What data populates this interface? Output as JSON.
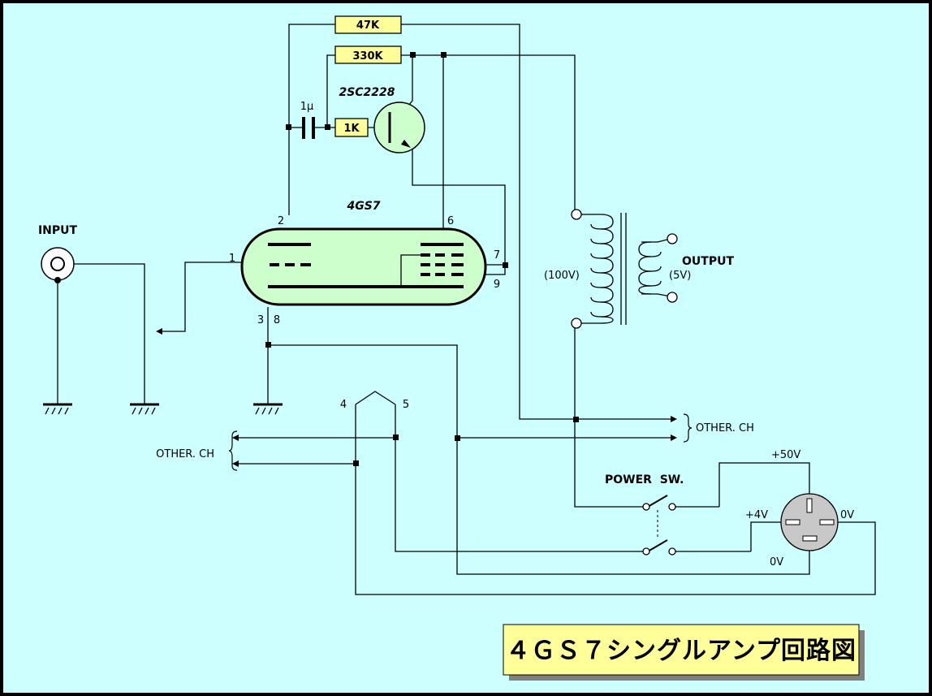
{
  "resistors": {
    "r1": "47K",
    "r2": "330K",
    "r3": "1K"
  },
  "capacitor": "1μ",
  "transistor": "2SC2228",
  "tube": "4GS7",
  "pins": {
    "p1": "1",
    "p2": "2",
    "p6": "6",
    "p7": "7",
    "p9": "9",
    "p3": "3",
    "p8": "8",
    "p4": "4",
    "p5": "5"
  },
  "labels": {
    "input": "INPUT",
    "output": "OUTPUT",
    "primary": "(100V)",
    "secondary": "(5V)",
    "other_ch_right": "OTHER. CH",
    "other_ch_left": "OTHER. CH",
    "power_sw": "POWER  SW.",
    "v50": "+50V",
    "v4": "+4V",
    "v0_right": "0V",
    "v0_bottom": "0V"
  },
  "title": "４ＧＳ７シングルアンプ回路図",
  "colors": {
    "background": "#ccffff",
    "resistor": "#ffff99",
    "tube": "#ccffcc",
    "connector": "#c8c8c8",
    "title_box": "#ffff99"
  }
}
